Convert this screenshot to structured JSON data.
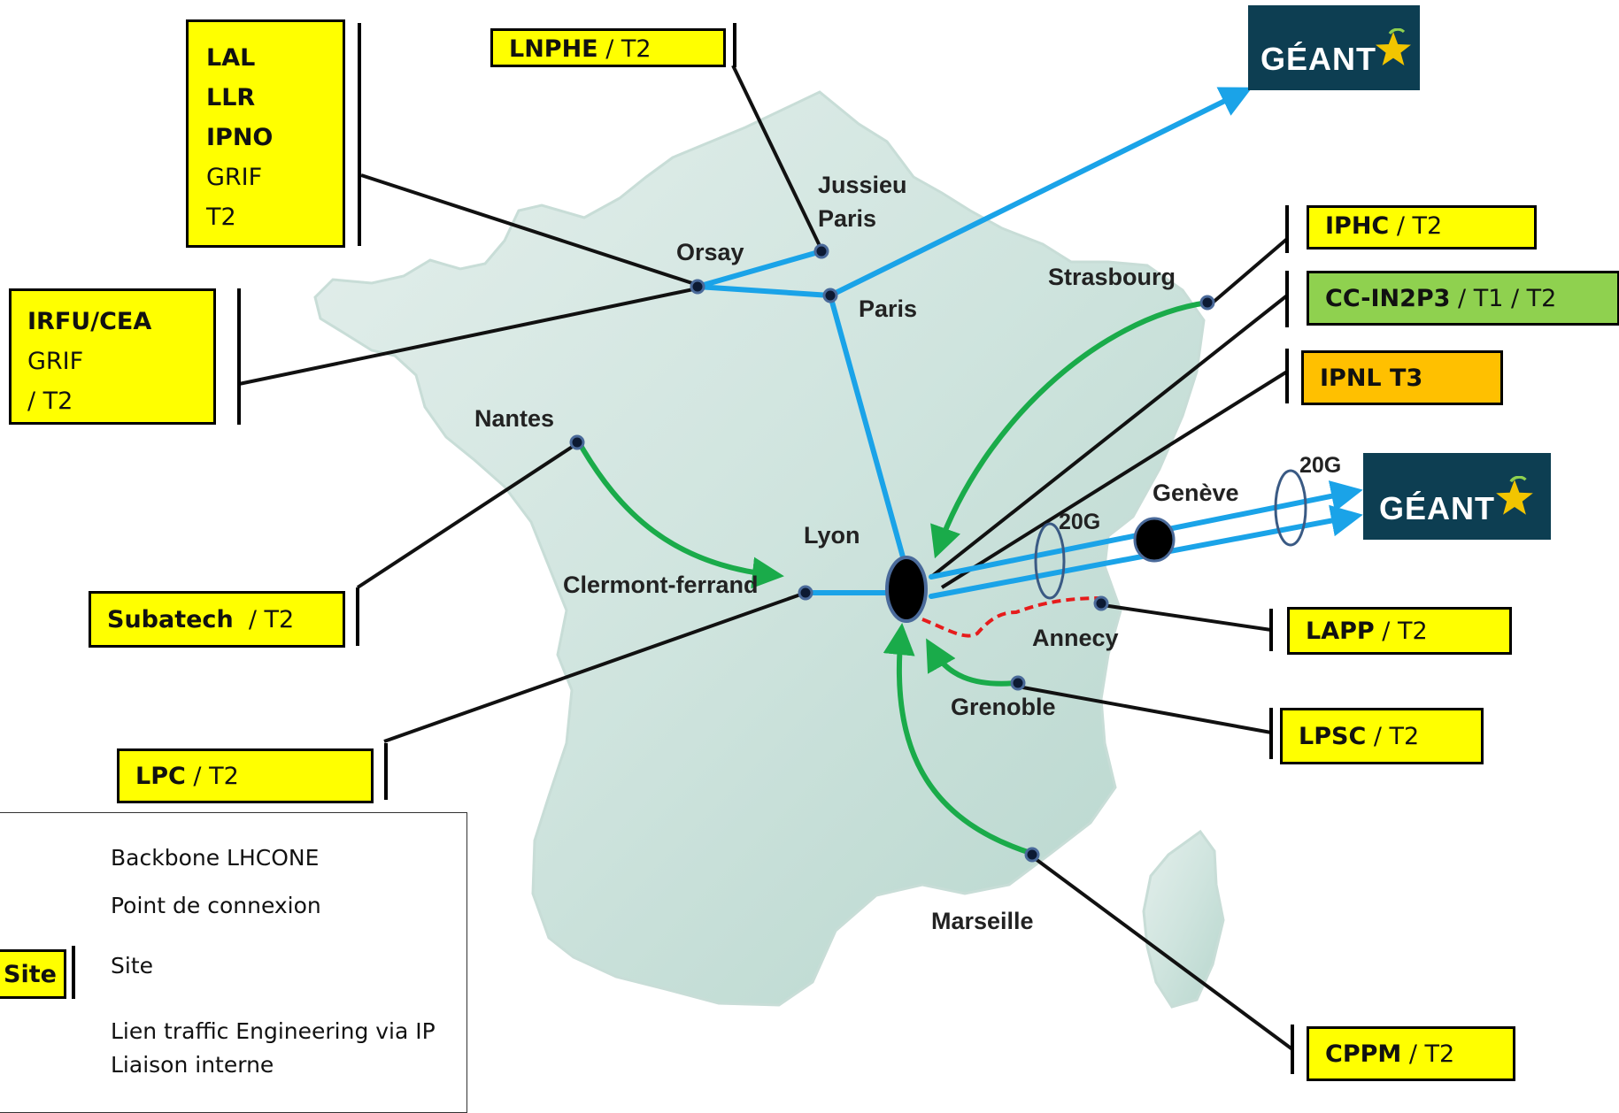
{
  "cities": {
    "jussieu": "Jussieu",
    "jussieu_paris": "Paris",
    "orsay": "Orsay",
    "paris": "Paris",
    "strasbourg": "Strasbourg",
    "nantes": "Nantes",
    "lyon": "Lyon",
    "clermont": "Clermont-ferrand",
    "geneve": "Genève",
    "annecy": "Annecy",
    "grenoble": "Grenoble",
    "marseille": "Marseille"
  },
  "capacities": {
    "first": "20G",
    "second": "20G"
  },
  "geant": {
    "logo_text": "GÉANT"
  },
  "sites": {
    "lal_group": {
      "line1": "LAL",
      "line2": "LLR",
      "line3": "IPNO",
      "line4": "GRIF",
      "line5": "T2"
    },
    "lnphe": {
      "name": "LNPHE",
      "tier": " / T2"
    },
    "irfu": {
      "line1": "IRFU/CEA",
      "line2": "GRIF",
      "line3": "/ T2"
    },
    "iphc": {
      "name": "IPHC",
      "tier": " / T2"
    },
    "ccin2p3": {
      "name": "CC-IN2P3",
      "tier": " / T1 / T2"
    },
    "ipnl": {
      "name": "IPNL T3"
    },
    "subatech": {
      "name": "Subatech",
      "tier": "  / T2"
    },
    "lapp": {
      "name": "LAPP",
      "tier": " / T2"
    },
    "lpsc": {
      "name": "LPSC",
      "tier": " / T2"
    },
    "lpc": {
      "name": "LPC",
      "tier": " / T2"
    },
    "cppm": {
      "name": "CPPM",
      "tier": " / T2"
    }
  },
  "legend": {
    "backbone": "Backbone LHCONE",
    "point": "Point de connexion",
    "site_box": "Site",
    "site": "Site",
    "traffic": "Lien traffic Engineering via IP",
    "internal": "Liaison interne"
  },
  "colors": {
    "backbone": "#1aa3e8",
    "traffic": "#1aab4a",
    "internal": "#e61c1c",
    "site_box": "#ffff00",
    "tier1_box": "#8fd14f",
    "tier3_box": "#ffc000",
    "logo_bg": "#0d3e52",
    "node": "#0c1a33"
  },
  "icons": {
    "geant_star": "star-icon",
    "connection_point": "node-dot-icon",
    "backbone_arrow": "blue-arrow-icon",
    "traffic_arrow": "green-arrow-icon",
    "internal_link": "red-line-icon"
  }
}
